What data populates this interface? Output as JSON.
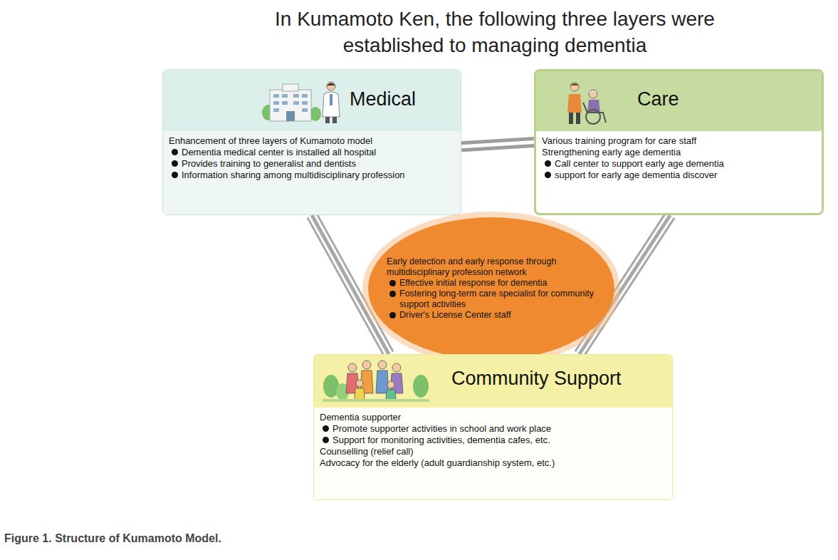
{
  "diagram": {
    "title": "In Kumamoto Ken, the following three layers were established to managing dementia",
    "caption": "Figure 1. Structure of Kumamoto Model.",
    "nodes": [
      {
        "text": [
          "Medical",
          "Enhancement of three layers of Kumamoto model",
          "Dementia medical center is installed all hospital",
          "Provides training to generalist and dentists",
          "Information sharing among multidisciplinary profession"
        ]
      },
      {
        "text": [
          "Care",
          "Various training program for care staff",
          "Strengthening early age dementia",
          "Call center to support early age dementia",
          "support for early age dementia discover"
        ]
      },
      {
        "text": [
          "Early detection and early response through multidisciplinary profession network",
          "Effective initial response for dementia",
          "Fostering long-term care specialist for community support activities",
          "Driver's License Center staff"
        ]
      },
      {
        "text": [
          "Community Support",
          "Dementia supporter",
          "Promote supporter activities in school and work place",
          "Support for monitoring activities, dementia cafes, etc.",
          "Counselling (relief call)",
          "Advocacy for the elderly (adult guardianship system, etc.)"
        ]
      }
    ],
    "edges": [
      {
        "from": 0,
        "to": 1,
        "arrow": "none"
      },
      {
        "from": 0,
        "to": 3,
        "arrow": "none"
      },
      {
        "from": 1,
        "to": 3,
        "arrow": "none"
      }
    ]
  }
}
